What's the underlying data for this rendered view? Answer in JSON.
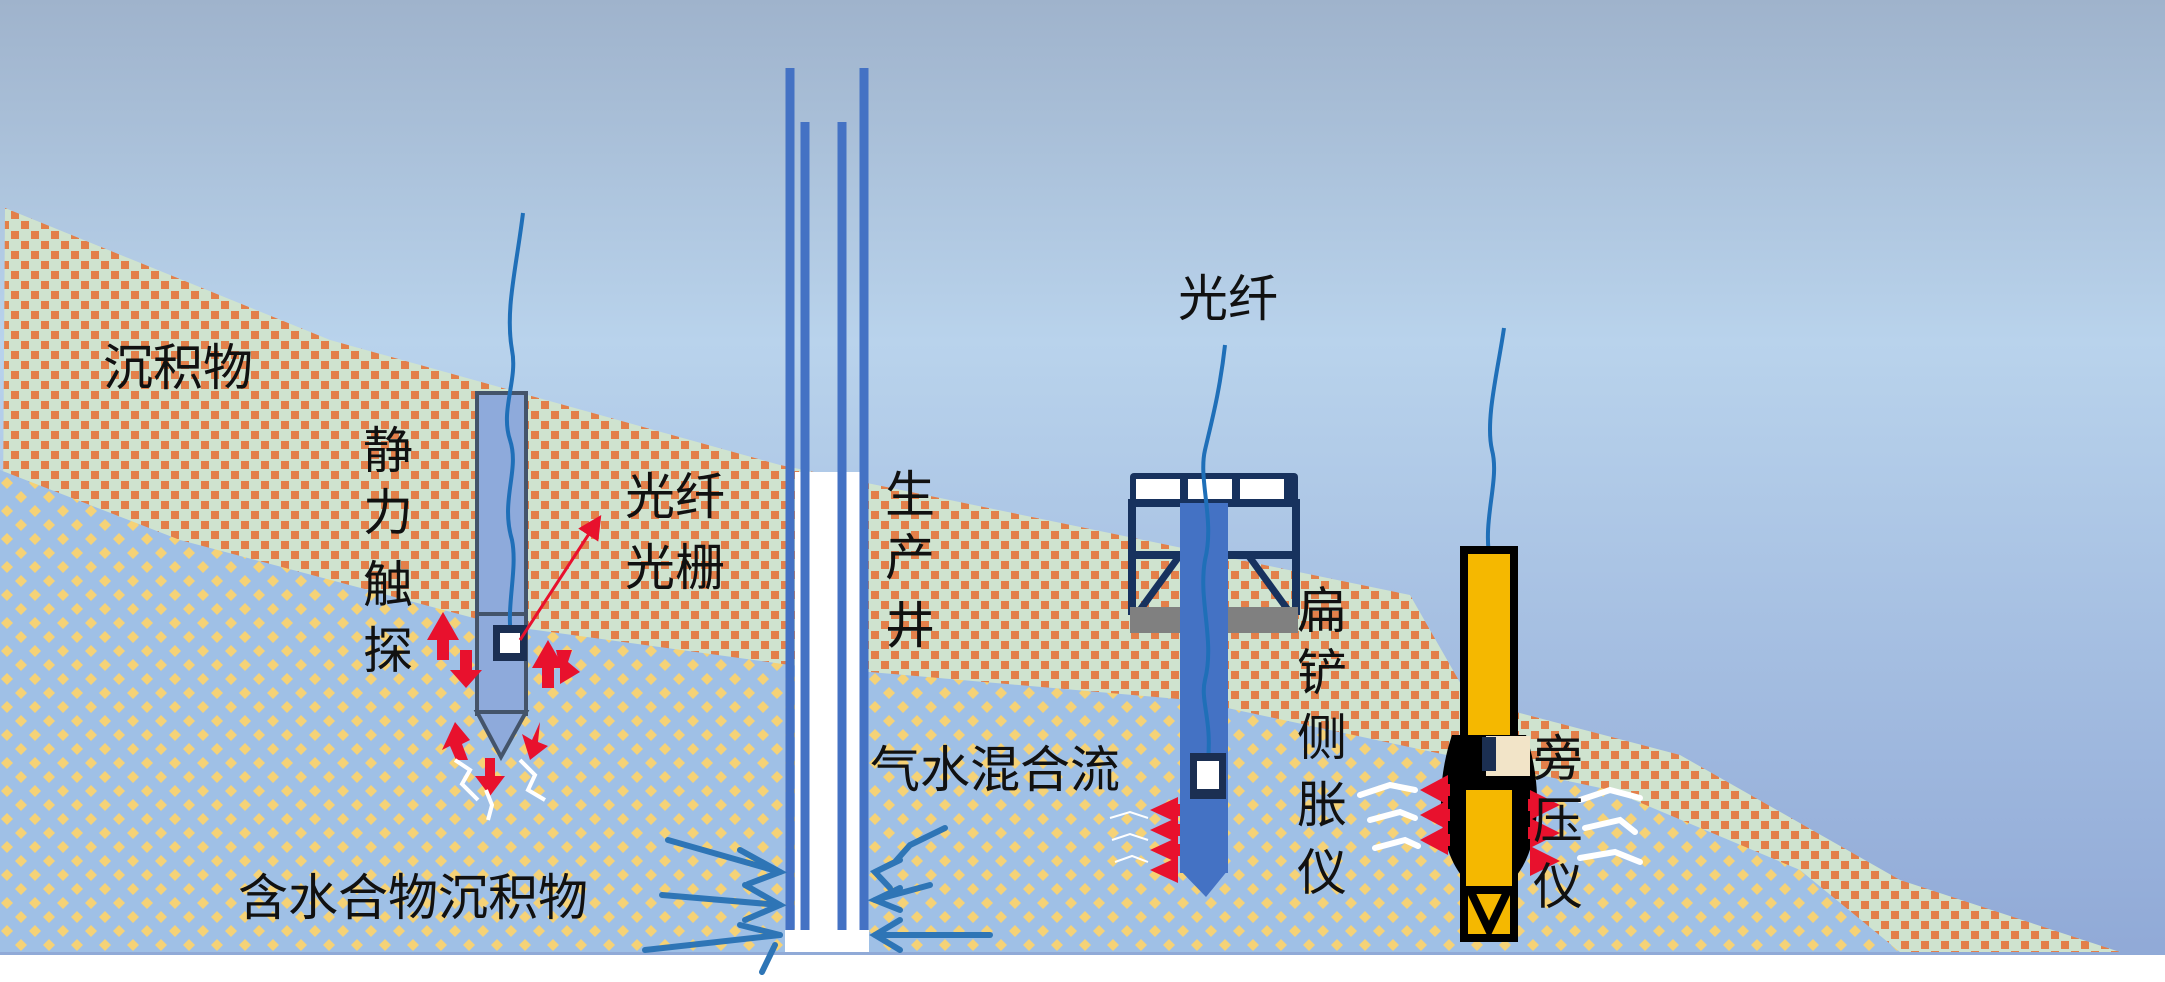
{
  "labels": {
    "sediment": "沉积物",
    "cpt": [
      "静",
      "力",
      "触",
      "探"
    ],
    "fbg": [
      "光纤",
      "光栅"
    ],
    "well": [
      "生",
      "产",
      "井"
    ],
    "fiber": "光纤",
    "dmt": [
      "扁",
      "铲",
      "侧",
      "胀",
      "仪"
    ],
    "pmt": [
      "旁",
      "压",
      "仪"
    ],
    "gas_water": "气水混合流",
    "hydrate_sediment": "含水合物沉积物"
  },
  "colors": {
    "sky_top": "#9fb3cc",
    "sky_mid": "#b9d3ec",
    "sky_bottom": "#8fa8d6",
    "sediment_base": "#cfe3cf",
    "sediment_dot": "#e3804a",
    "hydrate_base": "#9fc0e6",
    "hydrate_dot": "#f5d277",
    "pipe": "#4472c4",
    "fiber": "#1f6fb8",
    "arrow_red": "#e8112d",
    "frame_navy": "#17325e",
    "pmt_yellow": "#f5b800"
  }
}
